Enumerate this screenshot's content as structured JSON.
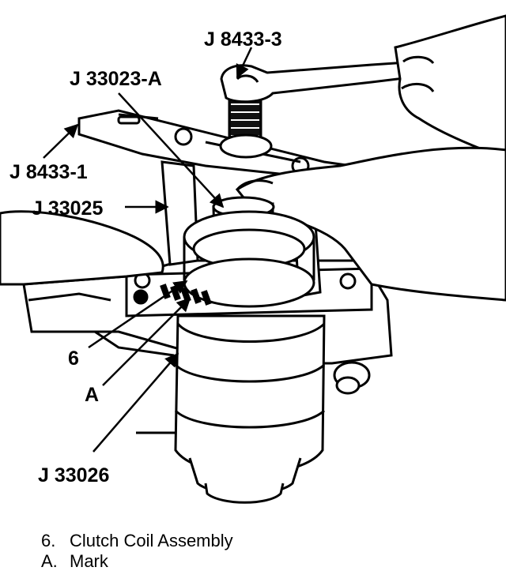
{
  "callouts": {
    "j8433_3": "J 8433-3",
    "j33023_a": "J 33023-A",
    "j8433_1": "J 8433-1",
    "j33025": "J 33025",
    "six": "6",
    "a": "A",
    "j33026": "J 33026"
  },
  "legend": [
    {
      "key": "6.",
      "text": "Clutch Coil Assembly"
    },
    {
      "key": "A.",
      "text": "Mark"
    }
  ]
}
